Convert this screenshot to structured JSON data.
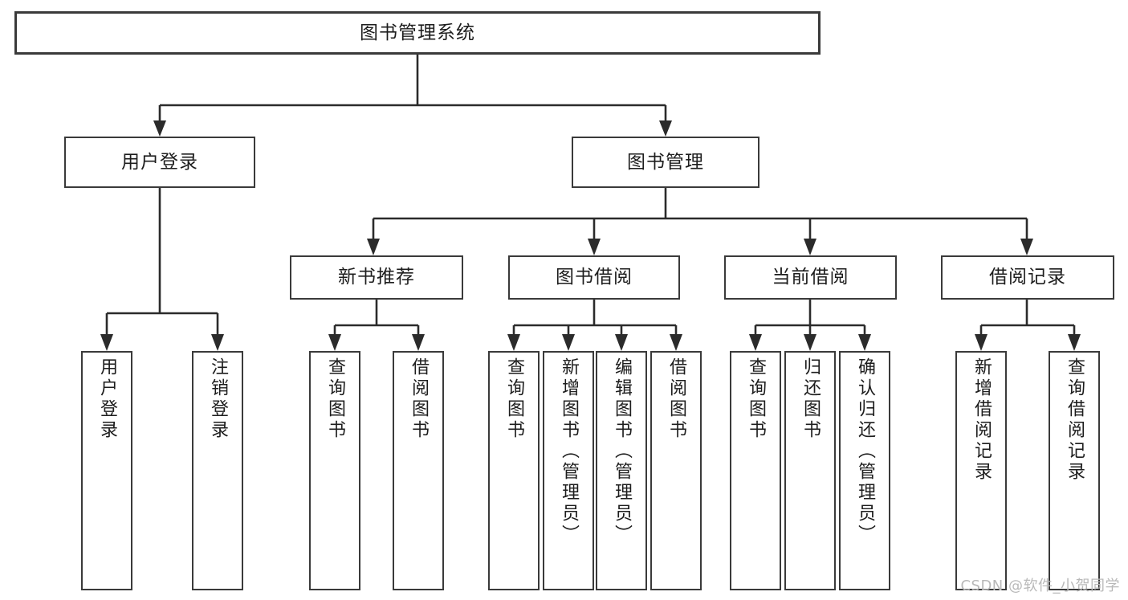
{
  "diagram": {
    "type": "tree",
    "title": "图书管理系统",
    "background": "#ffffff",
    "box_border_color": "#3a3a3a",
    "connector_color": "#2b2b2b",
    "text_color": "#1d1d1d"
  },
  "nodes": {
    "root": {
      "label": "图书管理系统"
    },
    "level2": [
      {
        "label": "用户登录"
      },
      {
        "label": "图书管理"
      }
    ],
    "level3": [
      {
        "label": "新书推荐"
      },
      {
        "label": "图书借阅"
      },
      {
        "label": "当前借阅"
      },
      {
        "label": "借阅记录"
      }
    ],
    "leaves": {
      "user_login": [
        {
          "label": "用户登录"
        },
        {
          "label": "注销登录"
        }
      ],
      "new_book_recommend": [
        {
          "label": "查询图书"
        },
        {
          "label": "借阅图书"
        }
      ],
      "book_borrow": [
        {
          "label": "查询图书"
        },
        {
          "label": "新增图书（管理员）"
        },
        {
          "label": "编辑图书（管理员）"
        },
        {
          "label": "借阅图书"
        }
      ],
      "current_borrow": [
        {
          "label": "查询图书"
        },
        {
          "label": "归还图书"
        },
        {
          "label": "确认归还（管理员）"
        }
      ],
      "borrow_record": [
        {
          "label": "新增借阅记录"
        },
        {
          "label": "查询借阅记录"
        }
      ]
    }
  },
  "watermark": {
    "text": "CSDN @软件_小贺同学"
  }
}
